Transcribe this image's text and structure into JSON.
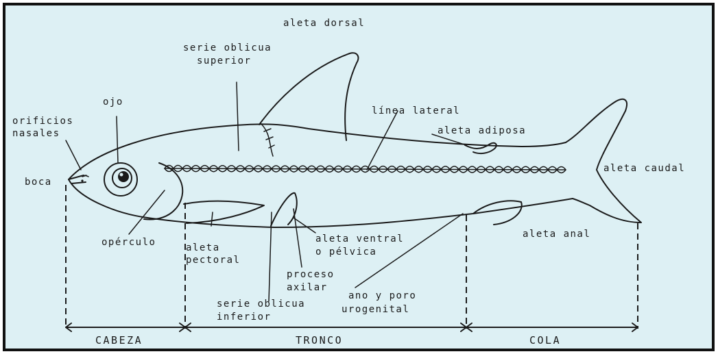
{
  "labels": {
    "dorsal_fin": "aleta dorsal",
    "upper_oblique_series_1": "serie oblicua",
    "upper_oblique_series_2": "superior",
    "lateral_line": "línea lateral",
    "eye": "ojo",
    "nasal_openings_1": "orificios",
    "nasal_openings_2": "nasales",
    "adipose_fin": "aleta adiposa",
    "mouth": "boca",
    "caudal_fin": "aleta caudal",
    "operculum": "opérculo",
    "anal_fin": "aleta anal",
    "pectoral_fin_1": "aleta",
    "pectoral_fin_2": "pectoral",
    "ventral_fin_1": "aleta ventral",
    "ventral_fin_2": "o pélvica",
    "axillary_process_1": "proceso",
    "axillary_process_2": "axilar",
    "anus_pore_1": "ano y poro",
    "anus_pore_2": "urogenital",
    "lower_oblique_series_1": "serie oblicua",
    "lower_oblique_series_2": "inferior"
  },
  "segments": {
    "head": "CABEZA",
    "trunk": "TRONCO",
    "tail": "COLA"
  },
  "colors": {
    "paper": "#ddf0f4",
    "ink": "#1a1a1a",
    "frame": "#111111"
  }
}
